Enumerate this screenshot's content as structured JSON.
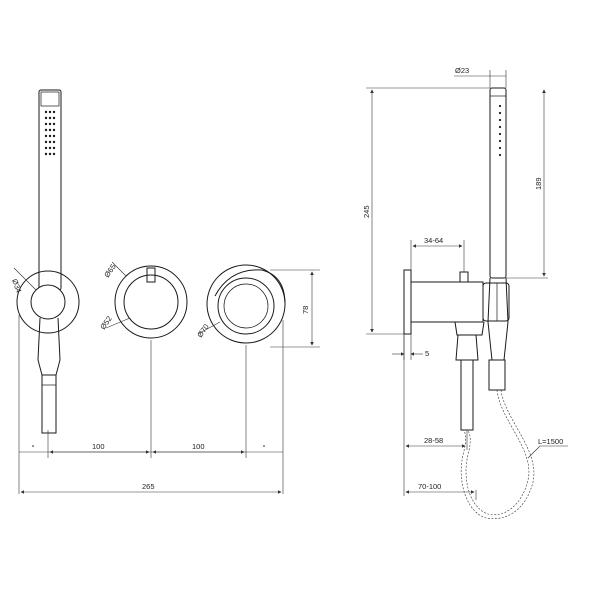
{
  "front_view": {
    "dia_handshower_holder": "Ø34",
    "dia_rosette": "Ø65",
    "dia_knob": "Ø52",
    "dia_spout_rosette": "Ø70",
    "height_78": "78",
    "spacing_1": "100",
    "spacing_2": "100",
    "overall_width": "265"
  },
  "side_view": {
    "dia_handshower": "Ø23",
    "height_total": "245",
    "handshower_length": "189",
    "depth_range_1": "34-64",
    "offset_5": "5",
    "depth_range_2": "28-58",
    "depth_range_3": "70-100",
    "hose_length": "L=1500"
  },
  "colors": {
    "line": "#1a1a1a",
    "background": "#ffffff"
  }
}
